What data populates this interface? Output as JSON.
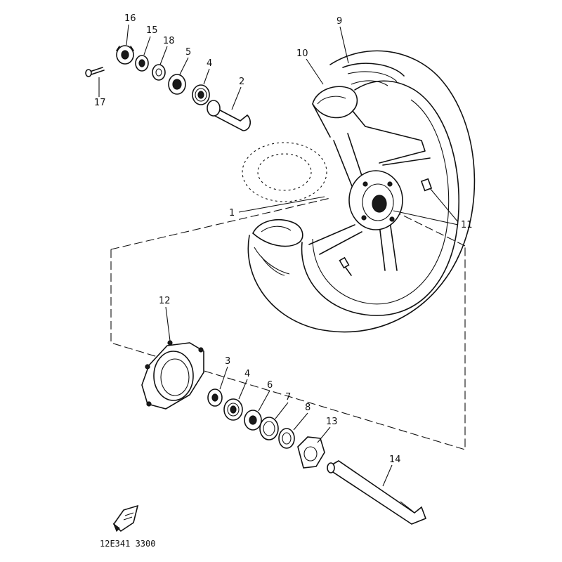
{
  "part_numbers": {
    "p1": "1",
    "p2": "2",
    "p3": "3",
    "p4a": "4",
    "p4b": "4",
    "p5": "5",
    "p6": "6",
    "p7": "7",
    "p8": "8",
    "p9": "9",
    "p10": "10",
    "p11": "11",
    "p12": "12",
    "p13": "13",
    "p14": "14",
    "p15": "15",
    "p16": "16",
    "p17": "17",
    "p18": "18"
  },
  "diagram_code": "12E341 3300",
  "colors": {
    "ink": "#111111",
    "paper": "#ffffff"
  }
}
